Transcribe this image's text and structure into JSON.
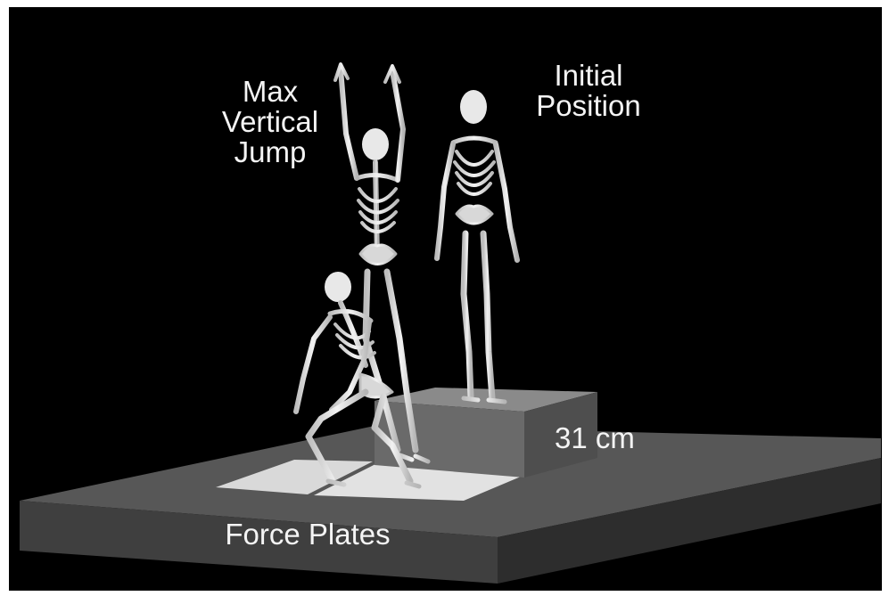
{
  "labels": {
    "max_vertical_jump": [
      "Max",
      "Vertical",
      "Jump"
    ],
    "initial_position": [
      "Initial",
      "Position"
    ],
    "box_height": "31 cm",
    "force_plates": "Force Plates"
  },
  "colors": {
    "background": "#000000",
    "frame": "#ffffff",
    "platform_top": "#575757",
    "platform_front": "#3f3f3f",
    "platform_side": "#2e2e2e",
    "box_top": "#8a8a8a",
    "box_front": "#6a6a6a",
    "box_side": "#4e4e4e",
    "plates": "#d9d9d9",
    "bone": "#e8e8e8",
    "text": "#f4f4f4"
  }
}
